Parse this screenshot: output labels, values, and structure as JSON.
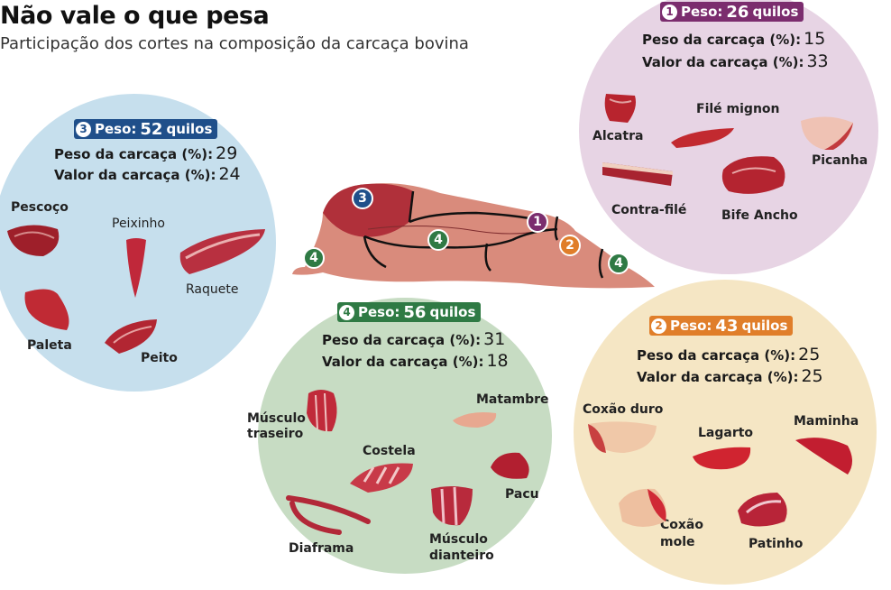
{
  "title": "Não vale o que pesa",
  "subtitle": "Participação dos cortes na composição da carcaça bovina",
  "labels": {
    "peso_prefix": "Peso:",
    "peso_carcaca": "Peso da carcaça (%):",
    "valor_carcaca": "Valor da carcaça (%):"
  },
  "groups": {
    "g1": {
      "number": "1",
      "weight": "26",
      "unit": "quilos",
      "peso_pct": "15",
      "valor_pct": "33",
      "color": "#7b2d6e",
      "bg": "#e7d4e4",
      "cuts": [
        "Alcatra",
        "Filé mignon",
        "Picanha",
        "Contra-filé",
        "Bife Ancho"
      ]
    },
    "g2": {
      "number": "2",
      "weight": "43",
      "unit": "quilos",
      "peso_pct": "25",
      "valor_pct": "25",
      "color": "#e07e2a",
      "bg": "#f5e6c4",
      "cuts": [
        "Coxão duro",
        "Lagarto",
        "Maminha",
        "Coxão",
        "mole",
        "Patinho"
      ]
    },
    "g3": {
      "number": "3",
      "weight": "52",
      "unit": "quilos",
      "peso_pct": "29",
      "valor_pct": "24",
      "color": "#1f4f8a",
      "bg": "#c6dfed",
      "cuts": [
        "Pescoço",
        "Peixinho",
        "Raquete",
        "Paleta",
        "Peito"
      ]
    },
    "g4": {
      "number": "4",
      "weight": "56",
      "unit": "quilos",
      "peso_pct": "31",
      "valor_pct": "18",
      "color": "#2f7a44",
      "bg": "#c7dcc3",
      "cuts": [
        "Músculo",
        "traseiro",
        "Matambre",
        "Costela",
        "Pacu",
        "Diaframa",
        "Músculo",
        "dianteiro"
      ]
    }
  },
  "carcass_markers": [
    "3",
    "4",
    "4",
    "1",
    "2",
    "4"
  ]
}
